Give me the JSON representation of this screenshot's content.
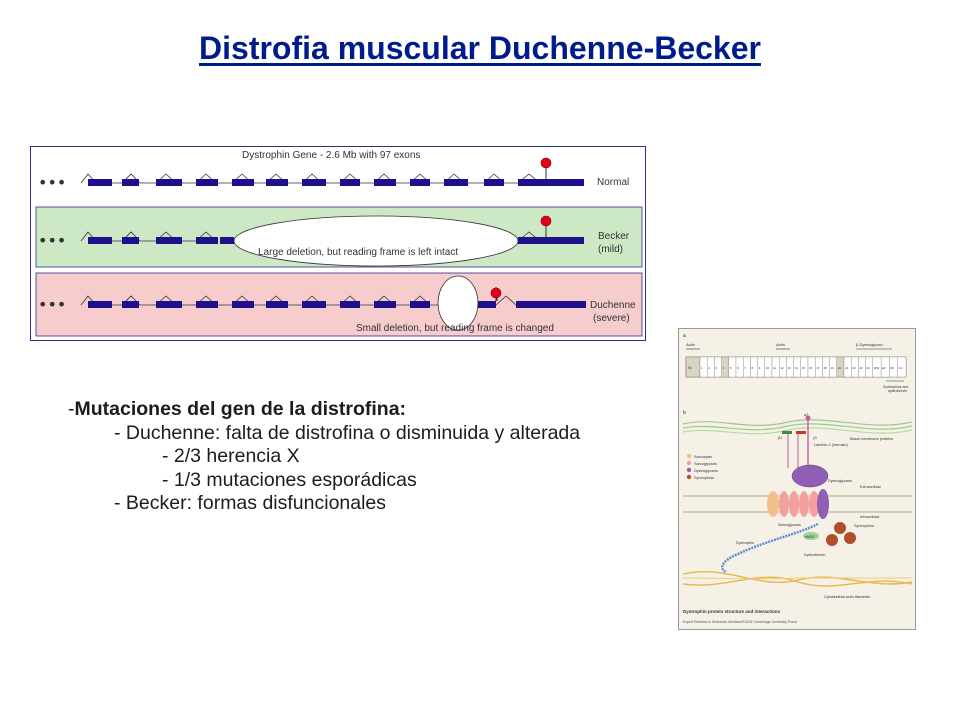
{
  "title": "Distrofia muscular Duchenne-Becker",
  "gene_figure": {
    "header": "Dystrophin Gene - 2.6 Mb with 97 exons",
    "ellipsis": "•••",
    "normal_label": "Normal",
    "becker_label_1": "Becker",
    "becker_label_2": "(mild)",
    "becker_note": "Large deletion, but reading frame is left intact",
    "duchenne_label_1": "Duchenne",
    "duchenne_label_2": "(severe)",
    "duchenne_note": "Small deletion, but reading frame is changed",
    "colors": {
      "exon": "#1e0f8c",
      "becker_bg": "#cde8c4",
      "duchenne_bg": "#f6cccc",
      "marker": "#e0001c",
      "frame": "#2b2f8f"
    }
  },
  "bullets": {
    "l1_dash": "-",
    "l1_bold": "Mutaciones del gen de la distrofina:",
    "l2_a": "- Duchenne: falta de distrofina o disminuida y alterada",
    "l3_a": "- 2/3 herencia X",
    "l3_b": "- 1/3 mutaciones esporádicas",
    "l2_b": "-  Becker: formas disfuncionales"
  },
  "protein_figure": {
    "panel_a": "a",
    "panel_b": "b",
    "actin_1": "Actin",
    "actin_2": "Actin",
    "bdg": "β-Dystroglycan",
    "nterm": "NI",
    "repeats": [
      "1",
      "2",
      "3",
      "4",
      "5",
      "6",
      "7",
      "8",
      "9",
      "10",
      "11",
      "12",
      "13",
      "14",
      "15",
      "16",
      "17",
      "18",
      "19",
      "20",
      "21",
      "22",
      "23",
      "24"
    ],
    "domains": [
      "WW",
      "EF",
      "ZZ",
      "CC"
    ],
    "syn_label_1": "Syntrophins and",
    "syn_label_2": "dystrobrevin",
    "a2": "α2",
    "b1": "β1",
    "g1": "γ1",
    "laminin": "Laminin-2 (merosin)",
    "basal": "Basal membrane proteins",
    "legend": [
      "Sarcospan",
      "Sarcoglycans",
      "Dystroglycans",
      "Syntrophins"
    ],
    "dystroglycans": "Dystroglycans",
    "extracellular": "Extracellular",
    "intracellular": "Intracellular",
    "sarcoglycans": "Sarcoglycans",
    "syntrophins": "Syntrophins",
    "dystrophin": "Dystrophin",
    "nnos": "nNOS",
    "dystrobrevin": "Dystrobrevin",
    "cytoskeletal": "Cytoskeletal actin filaments",
    "caption": "Dystrophin protein structure and interactions",
    "credit": "Expert Reviews in Molecular Medicine©2002 Cambridge University Press"
  }
}
